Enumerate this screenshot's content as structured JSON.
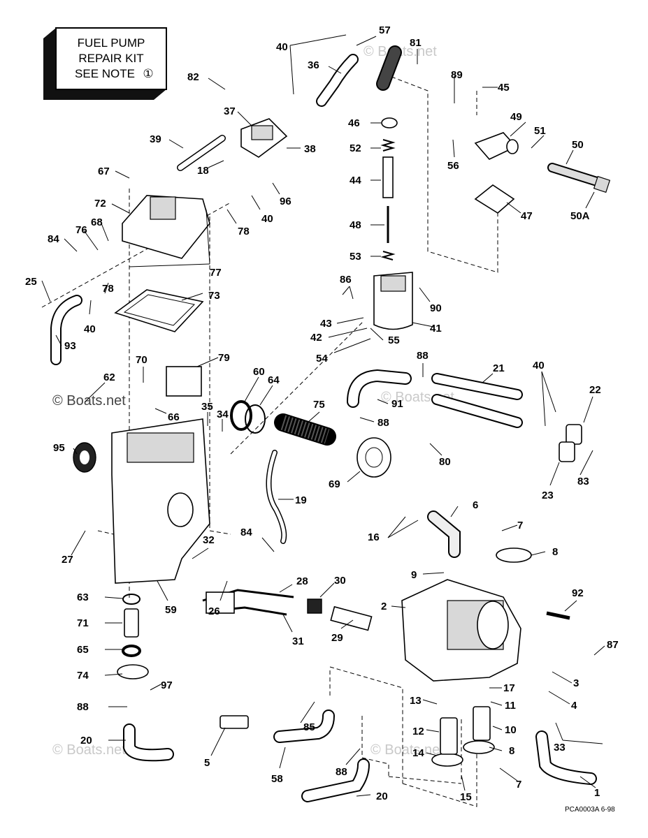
{
  "kit_box": {
    "line1": "FUEL PUMP",
    "line2": "REPAIR KIT",
    "line3": "SEE NOTE",
    "note_symbol": "①"
  },
  "footer_code": "PCA0003A   6-98",
  "watermark": "© Boats.net",
  "callouts": [
    {
      "id": "p1",
      "label": "1"
    },
    {
      "id": "p2",
      "label": "2"
    },
    {
      "id": "p3",
      "label": "3"
    },
    {
      "id": "p4",
      "label": "4"
    },
    {
      "id": "p5",
      "label": "5"
    },
    {
      "id": "p6",
      "label": "6"
    },
    {
      "id": "p7a",
      "label": "7"
    },
    {
      "id": "p7b",
      "label": "7"
    },
    {
      "id": "p8a",
      "label": "8"
    },
    {
      "id": "p8b",
      "label": "8"
    },
    {
      "id": "p9",
      "label": "9"
    },
    {
      "id": "p10",
      "label": "10"
    },
    {
      "id": "p11",
      "label": "11"
    },
    {
      "id": "p12",
      "label": "12"
    },
    {
      "id": "p13",
      "label": "13"
    },
    {
      "id": "p14",
      "label": "14"
    },
    {
      "id": "p15",
      "label": "15"
    },
    {
      "id": "p16",
      "label": "16"
    },
    {
      "id": "p17",
      "label": "17"
    },
    {
      "id": "p18",
      "label": "18"
    },
    {
      "id": "p19",
      "label": "19"
    },
    {
      "id": "p20a",
      "label": "20"
    },
    {
      "id": "p20b",
      "label": "20"
    },
    {
      "id": "p21",
      "label": "21"
    },
    {
      "id": "p22",
      "label": "22"
    },
    {
      "id": "p23",
      "label": "23"
    },
    {
      "id": "p25",
      "label": "25"
    },
    {
      "id": "p26",
      "label": "26"
    },
    {
      "id": "p27",
      "label": "27"
    },
    {
      "id": "p28",
      "label": "28"
    },
    {
      "id": "p29",
      "label": "29"
    },
    {
      "id": "p30",
      "label": "30"
    },
    {
      "id": "p31",
      "label": "31"
    },
    {
      "id": "p32",
      "label": "32"
    },
    {
      "id": "p33",
      "label": "33"
    },
    {
      "id": "p34",
      "label": "34"
    },
    {
      "id": "p35",
      "label": "35"
    },
    {
      "id": "p36",
      "label": "36"
    },
    {
      "id": "p37",
      "label": "37"
    },
    {
      "id": "p38",
      "label": "38"
    },
    {
      "id": "p39",
      "label": "39"
    },
    {
      "id": "p40a",
      "label": "40"
    },
    {
      "id": "p40b",
      "label": "40"
    },
    {
      "id": "p40c",
      "label": "40"
    },
    {
      "id": "p40d",
      "label": "40"
    },
    {
      "id": "p41",
      "label": "41"
    },
    {
      "id": "p42",
      "label": "42"
    },
    {
      "id": "p43",
      "label": "43"
    },
    {
      "id": "p44",
      "label": "44"
    },
    {
      "id": "p45",
      "label": "45"
    },
    {
      "id": "p46",
      "label": "46"
    },
    {
      "id": "p47",
      "label": "47"
    },
    {
      "id": "p48",
      "label": "48"
    },
    {
      "id": "p49",
      "label": "49"
    },
    {
      "id": "p50",
      "label": "50"
    },
    {
      "id": "p50a",
      "label": "50A"
    },
    {
      "id": "p51",
      "label": "51"
    },
    {
      "id": "p52",
      "label": "52"
    },
    {
      "id": "p53",
      "label": "53"
    },
    {
      "id": "p54",
      "label": "54"
    },
    {
      "id": "p55",
      "label": "55"
    },
    {
      "id": "p56",
      "label": "56"
    },
    {
      "id": "p57",
      "label": "57"
    },
    {
      "id": "p58",
      "label": "58"
    },
    {
      "id": "p59",
      "label": "59"
    },
    {
      "id": "p60",
      "label": "60"
    },
    {
      "id": "p62",
      "label": "62"
    },
    {
      "id": "p63",
      "label": "63"
    },
    {
      "id": "p64",
      "label": "64"
    },
    {
      "id": "p65",
      "label": "65"
    },
    {
      "id": "p66",
      "label": "66"
    },
    {
      "id": "p67",
      "label": "67"
    },
    {
      "id": "p68",
      "label": "68"
    },
    {
      "id": "p69",
      "label": "69"
    },
    {
      "id": "p70",
      "label": "70"
    },
    {
      "id": "p71",
      "label": "71"
    },
    {
      "id": "p72",
      "label": "72"
    },
    {
      "id": "p73",
      "label": "73"
    },
    {
      "id": "p74",
      "label": "74"
    },
    {
      "id": "p75",
      "label": "75"
    },
    {
      "id": "p76",
      "label": "76"
    },
    {
      "id": "p77",
      "label": "77"
    },
    {
      "id": "p78a",
      "label": "78"
    },
    {
      "id": "p78b",
      "label": "78"
    },
    {
      "id": "p79",
      "label": "79"
    },
    {
      "id": "p80",
      "label": "80"
    },
    {
      "id": "p81",
      "label": "81"
    },
    {
      "id": "p82",
      "label": "82"
    },
    {
      "id": "p83",
      "label": "83"
    },
    {
      "id": "p84a",
      "label": "84"
    },
    {
      "id": "p84b",
      "label": "84"
    },
    {
      "id": "p85",
      "label": "85"
    },
    {
      "id": "p86",
      "label": "86"
    },
    {
      "id": "p87",
      "label": "87"
    },
    {
      "id": "p88a",
      "label": "88"
    },
    {
      "id": "p88b",
      "label": "88"
    },
    {
      "id": "p88c",
      "label": "88"
    },
    {
      "id": "p88d",
      "label": "88"
    },
    {
      "id": "p89",
      "label": "89"
    },
    {
      "id": "p90",
      "label": "90"
    },
    {
      "id": "p91",
      "label": "91"
    },
    {
      "id": "p92",
      "label": "92"
    },
    {
      "id": "p93",
      "label": "93"
    },
    {
      "id": "p95",
      "label": "95"
    },
    {
      "id": "p96",
      "label": "96"
    },
    {
      "id": "p97",
      "label": "97"
    }
  ]
}
